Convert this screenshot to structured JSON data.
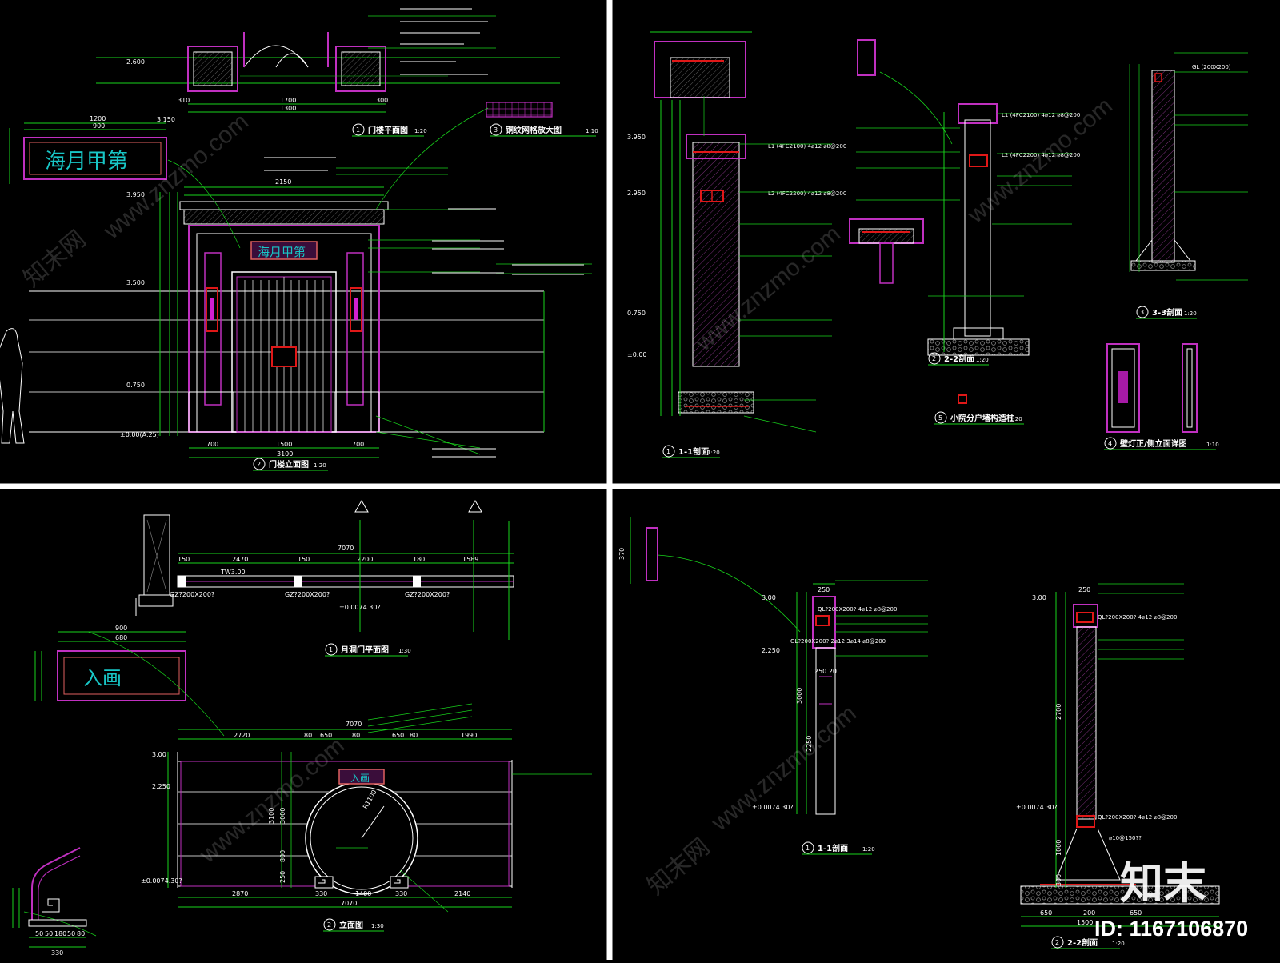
{
  "panels": {
    "top_left": {
      "sign_text": "海月甲第",
      "view1": {
        "num": "1",
        "title": "门楼平面图",
        "scale": "1:20"
      },
      "view2": {
        "num": "2",
        "title": "门楼立面图",
        "scale": "1:20"
      },
      "view3": {
        "num": "3",
        "title": "铜纹网格放大图",
        "scale": "1:10"
      },
      "dims_bottom": [
        "700",
        "1500",
        "700"
      ],
      "dim_total": "3100",
      "dim_top": "2150",
      "dim_sign_w": "1200",
      "dim_sign_in": "900",
      "elev_labels": [
        "3.950",
        "3.500",
        "0.750",
        "±0.00(A.25)",
        "2.600",
        "3.150"
      ],
      "plan_dims": [
        "310",
        "1700",
        "1300",
        "300"
      ]
    },
    "top_right": {
      "view1": {
        "num": "1",
        "title": "1-1剖面",
        "scale": "1:20"
      },
      "view2": {
        "num": "2",
        "title": "2-2剖面",
        "scale": "1:20"
      },
      "view3": {
        "num": "3",
        "title": "3-3剖面",
        "scale": "1:20"
      },
      "view4": {
        "num": "4",
        "title": "壁灯正/侧立面详图",
        "scale": "1:10"
      },
      "view5": {
        "num": "5",
        "title": "小院分户墙构造柱",
        "scale": "1:20"
      },
      "labels_l": [
        "L1 (4FC2100)  4⌀12  ⌀8@200",
        "L2 (4FC2200)  4⌀12  ⌀8@200"
      ],
      "labels_gl": "GL (200X200)",
      "elev_labels": [
        "3.950",
        "2.950",
        "0.750",
        "±0.00"
      ]
    },
    "bottom_left": {
      "sign_text": "入画",
      "view1": {
        "num": "1",
        "title": "月洞门平面图",
        "scale": "1:30"
      },
      "view2": {
        "num": "2",
        "title": "立面图",
        "scale": "1:30"
      },
      "plan_dims": [
        "150",
        "2470",
        "150",
        "2200",
        "180",
        "1589"
      ],
      "plan_total": "7070",
      "gz_labels": [
        "GZ?200X200?",
        "GZ?200X200?",
        "GZ?200X200?"
      ],
      "tw_label": "TW3.00",
      "plan_elev": "±0.0074.30?",
      "elev_top_dims": [
        "2720",
        "80",
        "650",
        "80",
        "650",
        "80",
        "1990"
      ],
      "elev_total": "7070",
      "elev_bottom_dims": [
        "2870",
        "330",
        "1400",
        "330",
        "2140"
      ],
      "elev_bottom_total": "7070",
      "elev_labels": [
        "3.00",
        "2.250",
        "±0.0074.30?"
      ],
      "left_dims": [
        "900",
        "680"
      ],
      "corner_dims": [
        "50",
        "50",
        "180",
        "50",
        "80"
      ],
      "corner_total": "330",
      "radius_label": "R1100",
      "vert_dims": [
        "3100",
        "3000",
        "800",
        "250"
      ]
    },
    "bottom_right": {
      "view1": {
        "num": "1",
        "title": "1-1剖面",
        "scale": "1:20"
      },
      "view2": {
        "num": "2",
        "title": "2-2剖面",
        "scale": "1:20"
      },
      "beam_labels": [
        "QL?200X200?  4⌀12  ⌀8@200",
        "GL?200X200?  2⌀12  3⌀14  ⌀8@200",
        "QL?200X200?  4⌀12  ⌀8@200",
        "QL?200X200?  4⌀12  ⌀8@200"
      ],
      "bar_label": "⌀10@150??",
      "elev_labels": [
        "3.00",
        "2.250",
        "±0.0074.30?",
        "3.00",
        "±0.0074.30?"
      ],
      "dims_small": [
        "250",
        "250",
        "250 20",
        "370"
      ],
      "dims_vert": [
        "3000",
        "2250",
        "2700",
        "1000",
        "300"
      ],
      "dims_bottom": [
        "650",
        "200",
        "650"
      ],
      "dims_bottom_total": "1500"
    }
  },
  "watermark": {
    "site": "www.znzmo.com",
    "brand_cn": "知末网",
    "logo_text": "知末",
    "id_text": "ID: 1167106870"
  },
  "colors": {
    "background": "#000000",
    "divider": "#ffffff",
    "cad_green": "#18d41c",
    "cad_magenta": "#c030c0",
    "cad_cyan": "#18c6c6",
    "cad_red": "#e01818",
    "cad_white": "#ffffff"
  }
}
